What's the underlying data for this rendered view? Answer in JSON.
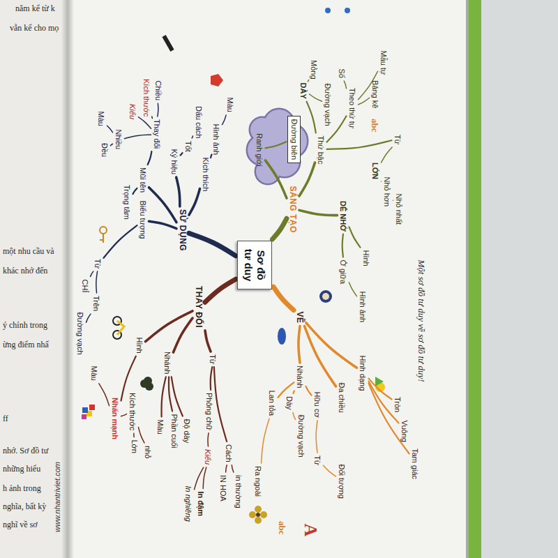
{
  "diagram": {
    "caption": "Một sơ đồ tư duy về sơ đồ tư duy!",
    "nodes": [
      {
        "text": [
          "Sơ đồ tư duy"
        ]
      },
      {
        "text": [
          "SỬ DỤNG"
        ]
      },
      {
        "text": [
          "Biểu tượng"
        ]
      },
      {
        "text": [
          "Từ"
        ]
      },
      {
        "text": [
          "CHỈ"
        ]
      },
      {
        "text": [
          "Trên"
        ]
      },
      {
        "text": [
          "Đường vạch"
        ]
      },
      {
        "text": [
          "Mũi tên"
        ]
      },
      {
        "text": [
          "Trọng tâm"
        ]
      },
      {
        "text": [
          "Thay đổi"
        ]
      },
      {
        "text": [
          "Nhiều"
        ]
      },
      {
        "text": [
          "Đều"
        ]
      },
      {
        "text": [
          "Màu"
        ]
      },
      {
        "text": [
          "Kiểu"
        ]
      },
      {
        "text": [
          "Kích thước"
        ]
      },
      {
        "text": [
          "Chiều"
        ]
      },
      {
        "text": [
          "Ký hiệu"
        ]
      },
      {
        "text": [
          "Tốt"
        ]
      },
      {
        "text": [
          "Dấu cách"
        ]
      },
      {
        "text": [
          "Kích thích"
        ]
      },
      {
        "text": [
          "Hình ảnh"
        ]
      },
      {
        "text": [
          "Màu"
        ]
      },
      {
        "text": [
          "SÁNG TẠO"
        ]
      },
      {
        "text": [
          "Ranh giới"
        ]
      },
      {
        "text": [
          "Đường biên"
        ]
      },
      {
        "text": [
          "Thứ bậc"
        ]
      },
      {
        "text": [
          "DÀY"
        ]
      },
      {
        "text": [
          "Mỏng"
        ]
      },
      {
        "text": [
          "Đường vạch"
        ]
      },
      {
        "text": [
          "Theo thứ tự"
        ]
      },
      {
        "text": [
          "Số"
        ]
      },
      {
        "text": [
          "Bảng kê"
        ]
      },
      {
        "text": [
          "Mẫu tự"
        ]
      },
      {
        "text": [
          "Từ"
        ]
      },
      {
        "text": [
          "LỚN"
        ]
      },
      {
        "text": [
          "Nhỏ hơn"
        ]
      },
      {
        "text": [
          "Nhỏ nhất"
        ]
      },
      {
        "text": [
          "DỄ NHỚ"
        ]
      },
      {
        "text": [
          "Ở giữa"
        ]
      },
      {
        "text": [
          "Hình"
        ]
      },
      {
        "text": [
          "Hình ảnh"
        ]
      },
      {
        "text": [
          "VẼ"
        ]
      },
      {
        "text": [
          "Nhánh"
        ]
      },
      {
        "text": [
          "Lan tỏa"
        ]
      },
      {
        "text": [
          "Ra ngoài"
        ]
      },
      {
        "text": [
          "Dày"
        ]
      },
      {
        "text": [
          "Đường vạch"
        ]
      },
      {
        "text": [
          "Hữu cơ"
        ]
      },
      {
        "text": [
          "Từ"
        ]
      },
      {
        "text": [
          "Đối tượng"
        ]
      },
      {
        "text": [
          "Đa chiều"
        ]
      },
      {
        "text": [
          "Hình dạng"
        ]
      },
      {
        "text": [
          "Tròn"
        ]
      },
      {
        "text": [
          "Vuông"
        ]
      },
      {
        "text": [
          "Tam giác"
        ]
      },
      {
        "text": [
          "THAY ĐỔI"
        ]
      },
      {
        "text": [
          "Hình"
        ]
      },
      {
        "text": [
          "Nhấn mạnh"
        ]
      },
      {
        "text": [
          "Màu"
        ]
      },
      {
        "text": [
          "Kích thước"
        ]
      },
      {
        "text": [
          "Lớn"
        ]
      },
      {
        "text": [
          "nhỏ"
        ]
      },
      {
        "text": [
          "Nhánh"
        ]
      },
      {
        "text": [
          "Màu"
        ]
      },
      {
        "text": [
          "Phần cuối"
        ]
      },
      {
        "text": [
          "Độ dày"
        ]
      },
      {
        "text": [
          "Từ"
        ]
      },
      {
        "text": [
          "Phông chữ"
        ]
      },
      {
        "text": [
          "Kiểu"
        ]
      },
      {
        "text": [
          "In nghiêng"
        ]
      },
      {
        "text": [
          "In đậm"
        ]
      },
      {
        "text": [
          "Cách"
        ]
      },
      {
        "text": [
          "IN HOA"
        ]
      },
      {
        "text": [
          "in thường"
        ]
      }
    ],
    "edges": [
      {
        "from": 0,
        "to": 1,
        "arrow": "none"
      },
      {
        "from": 1,
        "to": 2,
        "arrow": "none"
      },
      {
        "from": 2,
        "to": 3,
        "arrow": "none"
      },
      {
        "from": 3,
        "to": 4,
        "arrow": "none"
      },
      {
        "from": 3,
        "to": 5,
        "arrow": "none"
      },
      {
        "from": 5,
        "to": 6,
        "arrow": "none"
      },
      {
        "from": 1,
        "to": 7,
        "arrow": "none"
      },
      {
        "from": 7,
        "to": 8,
        "arrow": "none"
      },
      {
        "from": 7,
        "to": 9,
        "arrow": "none"
      },
      {
        "from": 9,
        "to": 10,
        "arrow": "none"
      },
      {
        "from": 10,
        "to": 11,
        "arrow": "none"
      },
      {
        "from": 10,
        "to": 12,
        "arrow": "none"
      },
      {
        "from": 9,
        "to": 13,
        "arrow": "none"
      },
      {
        "from": 9,
        "to": 14,
        "arrow": "none"
      },
      {
        "from": 9,
        "to": 15,
        "arrow": "none"
      },
      {
        "from": 1,
        "to": 16,
        "arrow": "none"
      },
      {
        "from": 16,
        "to": 17,
        "arrow": "none"
      },
      {
        "from": 17,
        "to": 18,
        "arrow": "none"
      },
      {
        "from": 1,
        "to": 19,
        "arrow": "none"
      },
      {
        "from": 19,
        "to": 20,
        "arrow": "none"
      },
      {
        "from": 20,
        "to": 21,
        "arrow": "none"
      },
      {
        "from": 0,
        "to": 22,
        "arrow": "none"
      },
      {
        "from": 22,
        "to": 23,
        "arrow": "none"
      },
      {
        "from": 23,
        "to": 24,
        "arrow": "none"
      },
      {
        "from": 22,
        "to": 25,
        "arrow": "none"
      },
      {
        "from": 25,
        "to": 26,
        "arrow": "none"
      },
      {
        "from": 26,
        "to": 27,
        "arrow": "none"
      },
      {
        "from": 26,
        "to": 28,
        "arrow": "none"
      },
      {
        "from": 25,
        "to": 29,
        "arrow": "none"
      },
      {
        "from": 29,
        "to": 30,
        "arrow": "none"
      },
      {
        "from": 29,
        "to": 31,
        "arrow": "none"
      },
      {
        "from": 29,
        "to": 32,
        "arrow": "none"
      },
      {
        "from": 25,
        "to": 33,
        "arrow": "none"
      },
      {
        "from": 33,
        "to": 34,
        "arrow": "none"
      },
      {
        "from": 34,
        "to": 35,
        "arrow": "none"
      },
      {
        "from": 35,
        "to": 36,
        "arrow": "none"
      },
      {
        "from": 22,
        "to": 37,
        "arrow": "none"
      },
      {
        "from": 37,
        "to": 38,
        "arrow": "none"
      },
      {
        "from": 37,
        "to": 39,
        "arrow": "none"
      },
      {
        "from": 38,
        "to": 40,
        "arrow": "none"
      },
      {
        "from": 0,
        "to": 41,
        "arrow": "none"
      },
      {
        "from": 41,
        "to": 42,
        "arrow": "none"
      },
      {
        "from": 42,
        "to": 43,
        "arrow": "none"
      },
      {
        "from": 43,
        "to": 44,
        "arrow": "none"
      },
      {
        "from": 42,
        "to": 45,
        "arrow": "none"
      },
      {
        "from": 45,
        "to": 46,
        "arrow": "none"
      },
      {
        "from": 42,
        "to": 47,
        "arrow": "none"
      },
      {
        "from": 47,
        "to": 48,
        "arrow": "none"
      },
      {
        "from": 48,
        "to": 49,
        "arrow": "none"
      },
      {
        "from": 41,
        "to": 50,
        "arrow": "none"
      },
      {
        "from": 41,
        "to": 51,
        "arrow": "none"
      },
      {
        "from": 51,
        "to": 52,
        "arrow": "none"
      },
      {
        "from": 51,
        "to": 53,
        "arrow": "none"
      },
      {
        "from": 51,
        "to": 54,
        "arrow": "none"
      },
      {
        "from": 0,
        "to": 55,
        "arrow": "none"
      },
      {
        "from": 55,
        "to": 56,
        "arrow": "none"
      },
      {
        "from": 56,
        "to": 57,
        "arrow": "none"
      },
      {
        "from": 57,
        "to": 58,
        "arrow": "none"
      },
      {
        "from": 57,
        "to": 59,
        "arrow": "none"
      },
      {
        "from": 59,
        "to": 60,
        "arrow": "none"
      },
      {
        "from": 59,
        "to": 61,
        "arrow": "none"
      },
      {
        "from": 55,
        "to": 62,
        "arrow": "none"
      },
      {
        "from": 62,
        "to": 63,
        "arrow": "none"
      },
      {
        "from": 62,
        "to": 64,
        "arrow": "none"
      },
      {
        "from": 62,
        "to": 65,
        "arrow": "none"
      },
      {
        "from": 55,
        "to": 66,
        "arrow": "none"
      },
      {
        "from": 66,
        "to": 67,
        "arrow": "none"
      },
      {
        "from": 67,
        "to": 68,
        "arrow": "none"
      },
      {
        "from": 68,
        "to": 69,
        "arrow": "none"
      },
      {
        "from": 68,
        "to": 70,
        "arrow": "none"
      },
      {
        "from": 66,
        "to": 71,
        "arrow": "none"
      },
      {
        "from": 71,
        "to": 72,
        "arrow": "none"
      },
      {
        "from": 71,
        "to": 73,
        "arrow": "none"
      }
    ],
    "labels": [
      "abc",
      "abc",
      "A",
      "năm kể từ k",
      "vẫn kể cho mọ",
      "một nhu cầu và",
      "khác nhớ đến",
      "ý chính trong",
      "ừng điểm nhấ",
      "ff",
      "nhớ. Sơ đồ tư",
      "những hiểu",
      "h ảnh trong",
      "nghĩa, bất kỳ",
      "nghĩ về sơ",
      "www.nhantriviet.com"
    ]
  }
}
